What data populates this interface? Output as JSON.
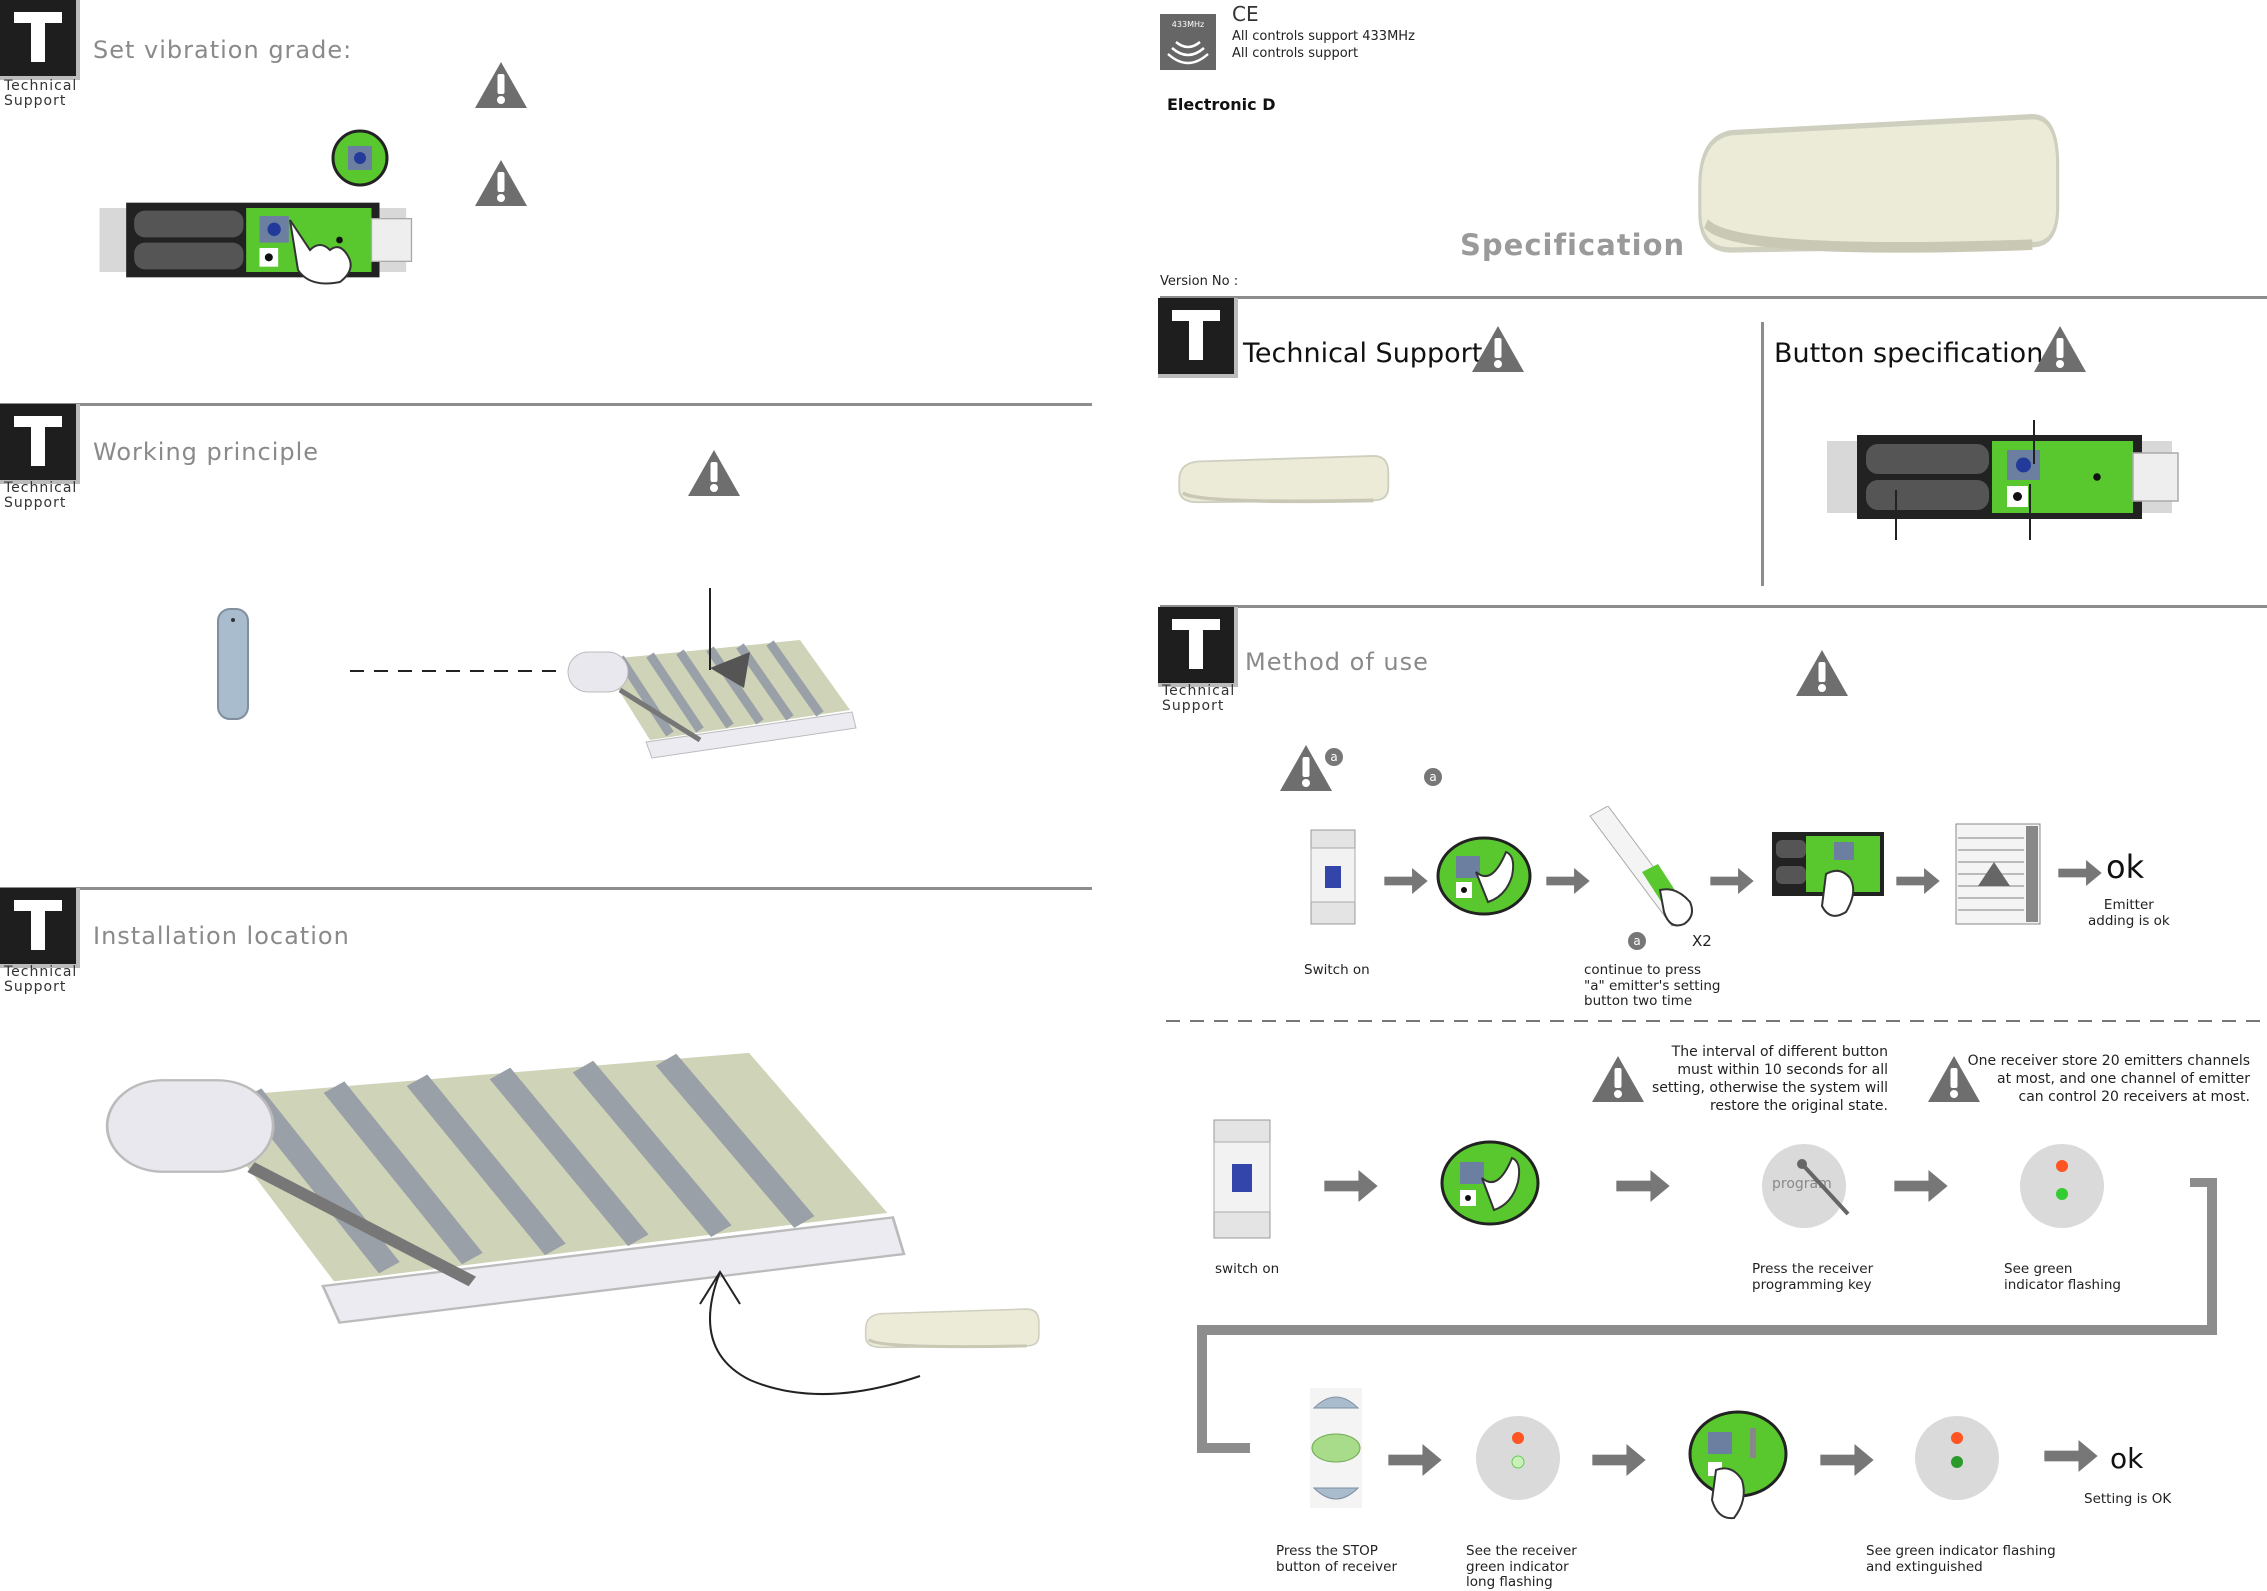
{
  "left": {
    "vibration": {
      "logo_caption": [
        "Technical",
        "Support"
      ],
      "title": "Set  vibration  grade:"
    },
    "working": {
      "logo_caption": [
        "Technical",
        "Support"
      ],
      "title": "Working  principle"
    },
    "installation": {
      "logo_caption": [
        "Technical",
        "Support"
      ],
      "title": "Installation  location"
    }
  },
  "right": {
    "header": {
      "ce_mark": "CE",
      "freq_badge": "433MHz",
      "line1": "All controls support 433MHz",
      "line2": "All controls support",
      "product_name": "Electronic D",
      "spec_title": "Specification",
      "version_label": "Version No  :"
    },
    "tech_support": {
      "title": "Technical Support"
    },
    "button_spec": {
      "title": "Button specification"
    },
    "method": {
      "logo_caption": [
        "Technical",
        "Support"
      ],
      "title": "Method  of  use",
      "badge_a": "a",
      "switch_on": "Switch on",
      "x2": "X2",
      "continue_press": [
        "continue to press",
        "\"a\" emitter's setting",
        "button two time"
      ],
      "ok": "ok",
      "emitter_ok": [
        "Emitter",
        "adding is ok"
      ],
      "interval_note": [
        "The interval of different button",
        "must within 10 seconds for all",
        "setting, otherwise the system will",
        "restore the original state."
      ],
      "receiver_note": [
        "One receiver store 20 emitters channels",
        "at most, and one channel of emitter",
        "can control 20 receivers at most."
      ],
      "switch_on2": "switch on",
      "program_label": "program",
      "press_receiver": [
        "Press the receiver",
        "programming key"
      ],
      "see_green": [
        "See green",
        "indicator flashing"
      ],
      "press_stop": [
        "Press the STOP",
        "button of receiver"
      ],
      "see_receiver": [
        "See the receiver",
        "green indicator",
        "long flashing"
      ],
      "see_green2": [
        "See green indicator flashing",
        "and extinguished"
      ],
      "ok2": "ok",
      "setting_ok": "Setting is OK"
    }
  }
}
